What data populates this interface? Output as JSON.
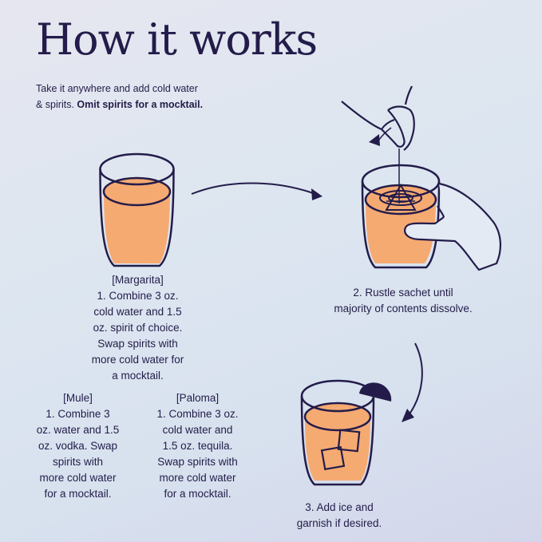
{
  "title": "How it works",
  "intro": {
    "line1": "Take it anywhere and add cold water",
    "line2_plain": "& spirits. ",
    "line2_bold": "Omit spirits for a mocktail."
  },
  "margarita": {
    "heading": "[Margarita]",
    "lines": [
      "1.  Combine 3 oz.",
      "cold water and 1.5",
      "oz. spirit of choice.",
      "Swap spirits with",
      "more cold water for",
      "a mocktail."
    ]
  },
  "mule": {
    "heading": "[Mule]",
    "lines": [
      "1.  Combine 3",
      "oz. water and 1.5",
      "oz. vodka. Swap",
      "spirits with",
      "more cold water",
      "for a mocktail."
    ]
  },
  "paloma": {
    "heading": "[Paloma]",
    "lines": [
      "1.  Combine 3 oz.",
      "cold water and",
      "1.5 oz. tequila.",
      "Swap spirits with",
      "more cold water",
      "for a mocktail."
    ]
  },
  "step2": {
    "lines": [
      "2.  Rustle sachet until",
      "majority of contents dissolve."
    ]
  },
  "step3": {
    "lines": [
      "3.  Add ice and",
      "garnish if desired."
    ]
  },
  "colors": {
    "ink": "#231c4a",
    "drink": "#f5aa72",
    "background": "#dde6f0"
  }
}
